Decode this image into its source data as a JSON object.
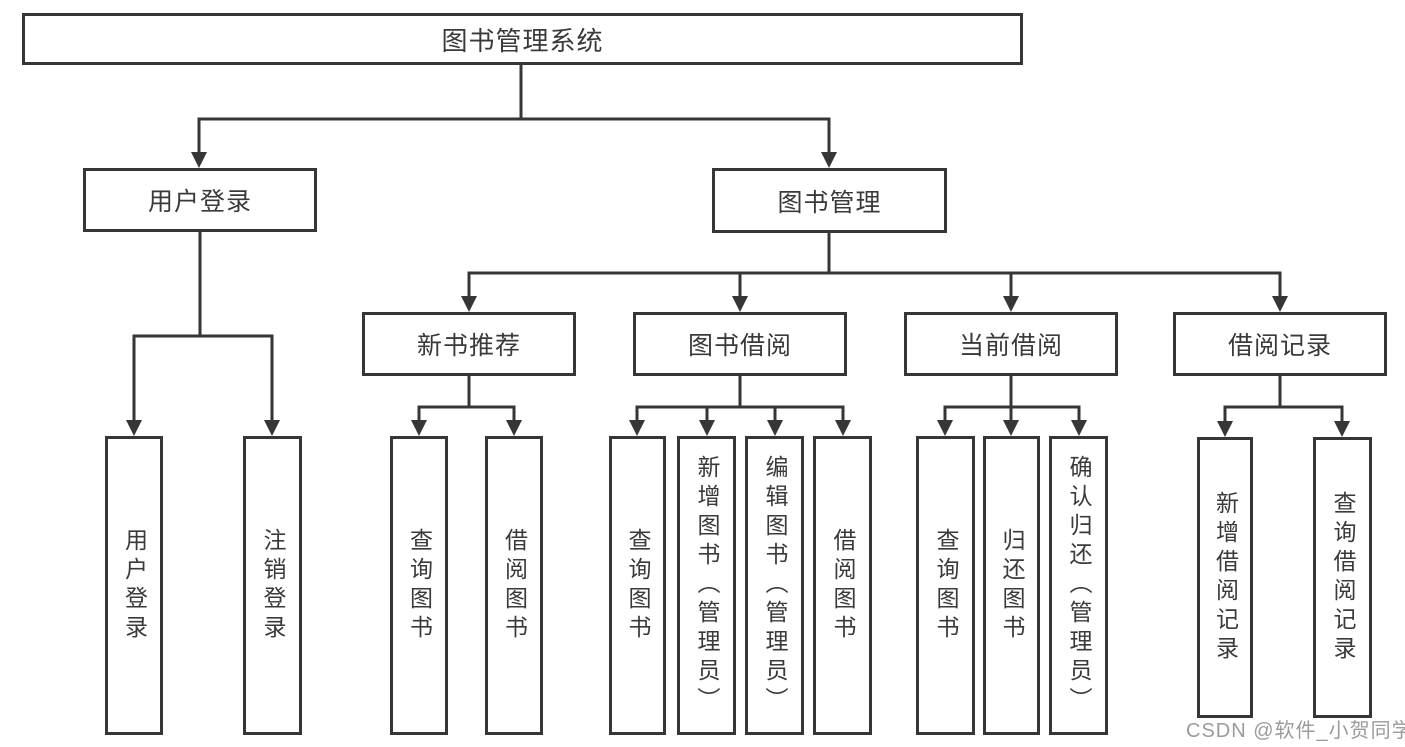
{
  "diagram_title": "图书管理系统",
  "colors": {
    "line": "#363636",
    "border": "#363636",
    "text": "#3a3a3a",
    "box-fill": "#ffffff",
    "page-bg": "#ffffff",
    "watermark": "#9b9b9b"
  },
  "root": {
    "label": "图书管理系统"
  },
  "level2": [
    {
      "label": "用户登录"
    },
    {
      "label": "图书管理"
    }
  ],
  "level3": [
    {
      "label": "新书推荐",
      "parent": "图书管理"
    },
    {
      "label": "图书借阅",
      "parent": "图书管理"
    },
    {
      "label": "当前借阅",
      "parent": "图书管理"
    },
    {
      "label": "借阅记录",
      "parent": "图书管理"
    }
  ],
  "leaves": [
    {
      "label": "用户登录",
      "parent": "用户登录"
    },
    {
      "label": "注销登录",
      "parent": "用户登录"
    },
    {
      "label": "查询图书",
      "parent": "新书推荐"
    },
    {
      "label": "借阅图书",
      "parent": "新书推荐"
    },
    {
      "label": "查询图书",
      "parent": "图书借阅"
    },
    {
      "label": "新增图书（管理员）",
      "parent": "图书借阅"
    },
    {
      "label": "编辑图书（管理员）",
      "parent": "图书借阅"
    },
    {
      "label": "借阅图书",
      "parent": "图书借阅"
    },
    {
      "label": "查询图书",
      "parent": "当前借阅"
    },
    {
      "label": "归还图书",
      "parent": "当前借阅"
    },
    {
      "label": "确认归还（管理员）",
      "parent": "当前借阅"
    },
    {
      "label": "新增借阅记录",
      "parent": "借阅记录"
    },
    {
      "label": "查询借阅记录",
      "parent": "借阅记录"
    }
  ],
  "hierarchy": {
    "图书管理系统": {
      "用户登录": [
        "用户登录",
        "注销登录"
      ],
      "图书管理": {
        "新书推荐": [
          "查询图书",
          "借阅图书"
        ],
        "图书借阅": [
          "查询图书",
          "新增图书（管理员）",
          "编辑图书（管理员）",
          "借阅图书"
        ],
        "当前借阅": [
          "查询图书",
          "归还图书",
          "确认归还（管理员）"
        ],
        "借阅记录": [
          "新增借阅记录",
          "查询借阅记录"
        ]
      }
    }
  },
  "watermark": {
    "text": "CSDN @软件_小贺同学"
  }
}
